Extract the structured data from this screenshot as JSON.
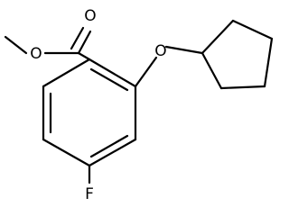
{
  "molecule": {
    "atoms": {
      "oxygen_carbonyl": "O",
      "oxygen_ester": "O",
      "oxygen_ether": "O",
      "fluorine": "F"
    },
    "colors": {
      "bond": "#000000",
      "label": "#000000",
      "background": "#ffffff"
    }
  }
}
